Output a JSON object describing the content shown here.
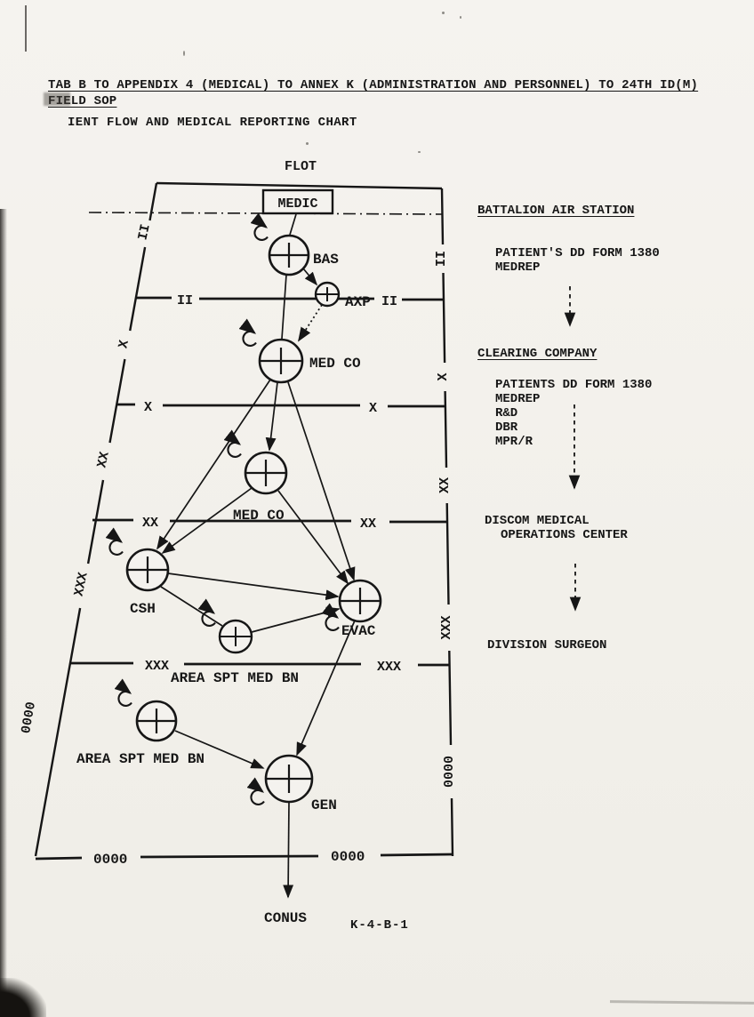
{
  "colors": {
    "paper": "#f4f2ee",
    "ink": "#161616"
  },
  "header": {
    "line1": "TAB B TO APPENDIX 4 (MEDICAL) TO ANNEX K (ADMINISTRATION AND PERSONNEL) TO 24TH ID(M)",
    "line2": "FIELD SOP",
    "line3": "IENT FLOW AND MEDICAL REPORTING CHART"
  },
  "diagram": {
    "flot": "FLOT",
    "medic": "MEDIC",
    "conus": "CONUS",
    "nodes": {
      "bas": "BAS",
      "axp": "AXP",
      "med_co_1": "MED CO",
      "med_co_2": "MED CO",
      "csh": "CSH",
      "evac": "EVAC",
      "gen": "GEN",
      "area_spt_med_bn_line": "AREA SPT MED BN",
      "area_spt_med_bn_unit": "AREA SPT MED BN"
    },
    "echelon": {
      "ii": "II",
      "x": "X",
      "xx": "XX",
      "xxx": "XXX",
      "zeros": "0000"
    }
  },
  "sidebar": {
    "section1": {
      "heading": "BATTALION AIR STATION",
      "line1": "PATIENT'S DD FORM 1380",
      "line2": "MEDREP"
    },
    "section2": {
      "heading": "CLEARING COMPANY",
      "line1": "PATIENTS DD FORM 1380",
      "line2": "MEDREP",
      "line3": "R&D",
      "line4": "DBR",
      "line5": "MPR/R"
    },
    "section3": {
      "line1": "DISCOM MEDICAL",
      "line2": "OPERATIONS CENTER"
    },
    "section4": {
      "line1": "DIVISION SURGEON"
    }
  },
  "footer": {
    "page_number": "K-4-B-1"
  }
}
